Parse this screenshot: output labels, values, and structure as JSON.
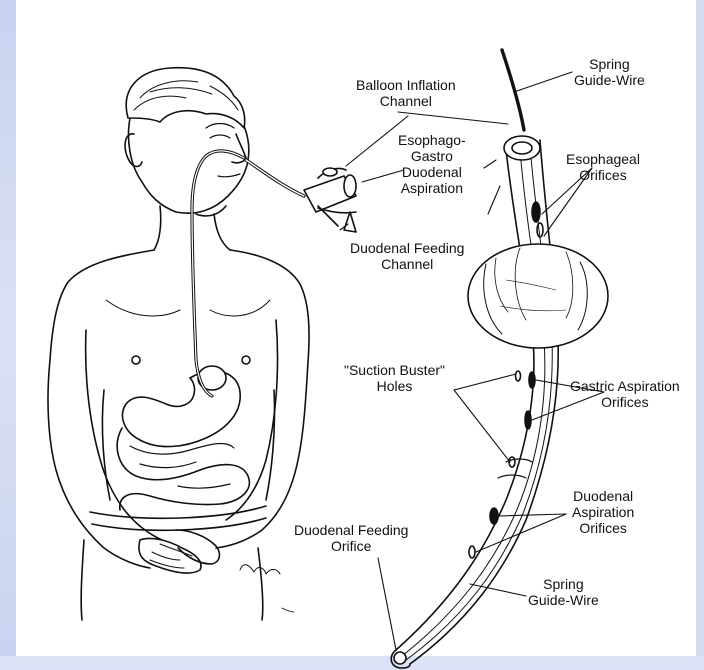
{
  "labels": {
    "spring_guide_wire_top": [
      "Spring",
      "Guide-Wire"
    ],
    "balloon_inflation_channel": [
      "Balloon Inflation",
      "Channel"
    ],
    "esophago_gastro_duodenal_aspiration": [
      "Esophago-",
      "Gastro",
      "Duodenal",
      "Aspiration"
    ],
    "esophageal_orifices": [
      "Esophageal",
      "Orifices"
    ],
    "duodenal_feeding_channel": [
      "Duodenal Feeding",
      "Channel"
    ],
    "suction_buster_holes": [
      "\"Suction Buster\"",
      "Holes"
    ],
    "gastric_aspiration_orifices": [
      "Gastric Aspiration",
      "Orifices"
    ],
    "duodenal_aspiration_orifices": [
      "Duodenal",
      "Aspiration",
      "Orifices"
    ],
    "duodenal_feeding_orifice": [
      "Duodenal Feeding",
      "Orifice"
    ],
    "spring_guide_wire_bottom": [
      "Spring",
      "Guide-Wire"
    ]
  },
  "colors": {
    "ink": "#111111",
    "frame": "#cfd7f1"
  }
}
